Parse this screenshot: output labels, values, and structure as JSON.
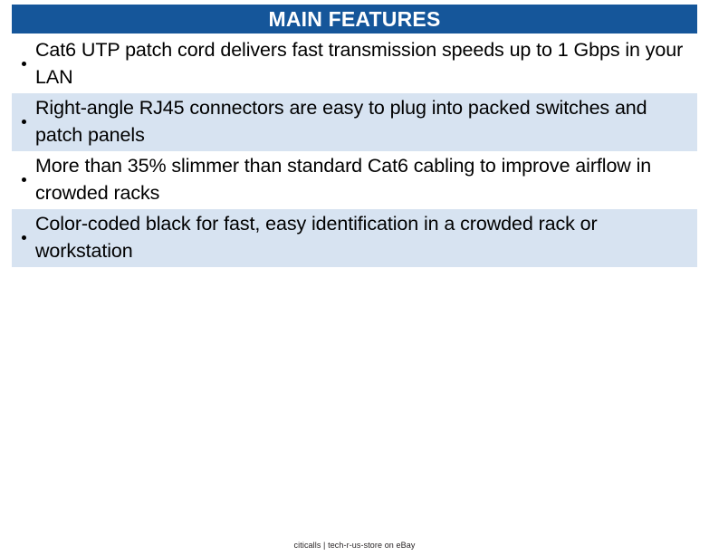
{
  "header": {
    "title": "MAIN FEATURES",
    "background_color": "#15569A",
    "text_color": "#FFFFFF"
  },
  "colors": {
    "header_blue": "#15569A",
    "row_shade_blue": "#D7E3F1",
    "row_plain": "#FFFFFF",
    "text_black": "#000000"
  },
  "features": {
    "bullet_glyph": "•",
    "items": [
      {
        "text": "Cat6 UTP patch cord delivers fast transmission speeds up to 1 Gbps in your LAN",
        "shaded": false
      },
      {
        "text": "Right-angle RJ45 connectors are easy to plug into packed switches and patch panels",
        "shaded": true
      },
      {
        "text": "More than 35% slimmer than standard Cat6 cabling to improve airflow in crowded racks",
        "shaded": false
      },
      {
        "text": "Color-coded black for fast, easy identification in a crowded rack or workstation",
        "shaded": true
      }
    ]
  },
  "footer": {
    "text": "citicalls | tech-r-us-store on eBay"
  }
}
